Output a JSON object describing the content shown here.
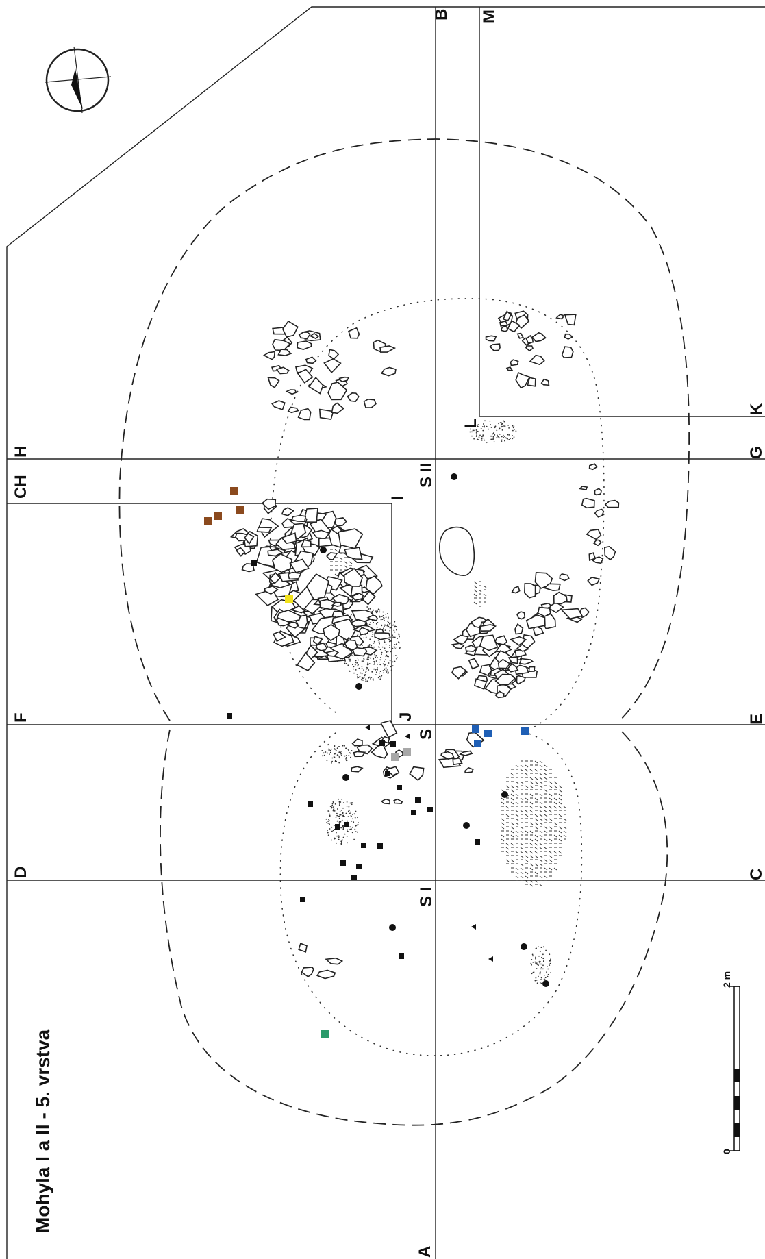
{
  "title": "Mohyla I a II - 5. vrstva",
  "axis_labels": {
    "A": "A",
    "B": "B",
    "M": "M",
    "H": "H",
    "CH": "CH",
    "F": "F",
    "D": "D",
    "G": "G",
    "E": "E",
    "C": "C",
    "K": "K",
    "L": "L",
    "I": "I",
    "J": "J",
    "S": "S",
    "S_II": "S II",
    "S_I": "S I"
  },
  "scale_bar": {
    "start_label": "0",
    "end_label": "2 m"
  },
  "icons": {
    "north_arrow": "compass-north-arrow-icon"
  },
  "colors": {
    "brown_finds": "#8b4a1e",
    "yellow_find": "#f2e21a",
    "grey_finds": "#a8a8a8",
    "blue_finds": "#1f5fb5",
    "green_find": "#2a9a6a",
    "ink": "#222222"
  }
}
